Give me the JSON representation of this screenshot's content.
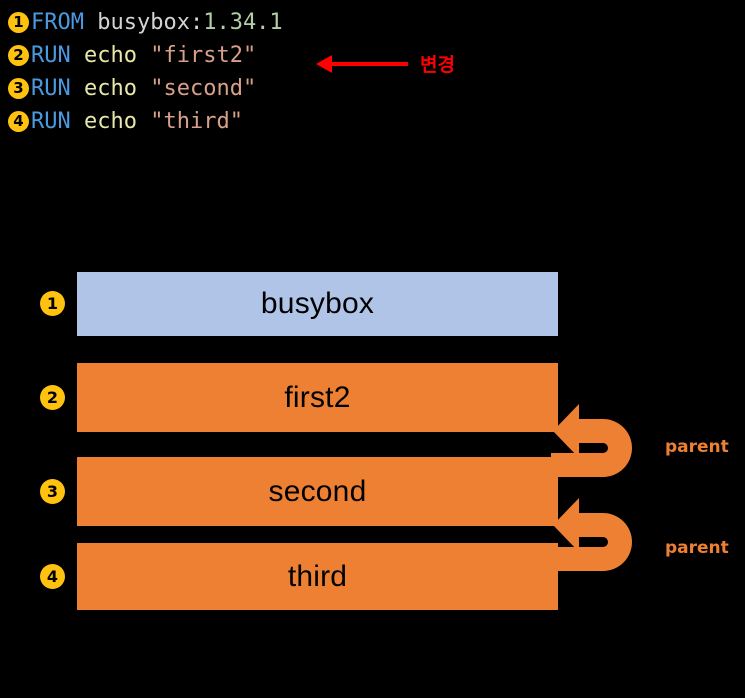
{
  "palette": {
    "background": "#000000",
    "badge_yellow": "#ffc20e",
    "base_layer_blue": "#b0c4e8",
    "layer_orange": "#ed8033",
    "annotation_red": "#ff0000",
    "keyword_blue": "#4a9ae1",
    "command_khaki": "#e8e8a8",
    "string_salmon": "#d8a08a",
    "version_green": "#b5cea8",
    "image_gray": "#d4d4d4"
  },
  "dockerfile": {
    "lines": [
      {
        "number": "1",
        "keyword": "FROM",
        "space": " ",
        "image": "busybox:",
        "version": "1.34.1",
        "command": "",
        "string": ""
      },
      {
        "number": "2",
        "keyword": "RUN",
        "space": " ",
        "image": "",
        "version": "",
        "command": "echo",
        "string": "\"first2\""
      },
      {
        "number": "3",
        "keyword": "RUN",
        "space": " ",
        "image": "",
        "version": "",
        "command": "echo",
        "string": "\"second\""
      },
      {
        "number": "4",
        "keyword": "RUN",
        "space": " ",
        "image": "",
        "version": "",
        "command": "echo",
        "string": "\"third\""
      }
    ],
    "annotation": {
      "label": "변경",
      "arrow_direction": "left",
      "target_line": "2"
    }
  },
  "layer_diagram": {
    "layers": [
      {
        "number": "1",
        "label": "busybox",
        "color": "#b0c4e8",
        "kind": "base-image"
      },
      {
        "number": "2",
        "label": "first2",
        "color": "#ed8033",
        "kind": "run-layer"
      },
      {
        "number": "3",
        "label": "second",
        "color": "#ed8033",
        "kind": "run-layer"
      },
      {
        "number": "4",
        "label": "third",
        "color": "#ed8033",
        "kind": "run-layer"
      }
    ],
    "relations": [
      {
        "label": "parent",
        "from_layer": "3",
        "to_layer": "2"
      },
      {
        "label": "parent",
        "from_layer": "4",
        "to_layer": "3"
      }
    ]
  }
}
